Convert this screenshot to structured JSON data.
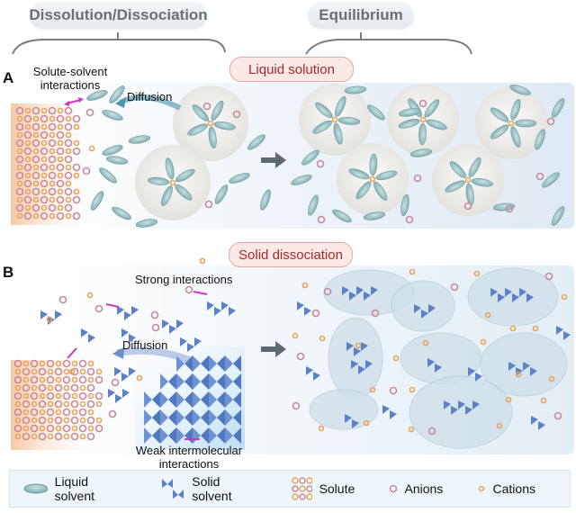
{
  "stages": {
    "left": "Dissolution/Dissociation",
    "right": "Equilibrium"
  },
  "panel_a": {
    "letter": "A",
    "title": "Liquid solution",
    "labels": {
      "interaction": "Solute-solvent\ninteractions",
      "diffusion": "Diffusion"
    }
  },
  "panel_b": {
    "letter": "B",
    "title": "Solid dissociation",
    "labels": {
      "strong": "Strong interactions",
      "diffusion": "Diffusion",
      "weak": "Weak intermolecular\ninteractions"
    }
  },
  "legend": [
    {
      "icon": "liquid-solvent-icon",
      "label": "Liquid solvent"
    },
    {
      "icon": "solid-solvent-icon",
      "label": "Solid solvent"
    },
    {
      "icon": "solute-icon",
      "label": "Solute"
    },
    {
      "icon": "anion-icon",
      "label": "Anions"
    },
    {
      "icon": "cation-icon",
      "label": "Cations"
    }
  ],
  "colors": {
    "liquid_solvent": "#8fbcc0",
    "solid_solvent": "#5b82c8",
    "anion": "#c9899c",
    "cation": "#e8a45a",
    "interaction_arrow": "#d433c8",
    "title_text": "#a32a2f"
  }
}
